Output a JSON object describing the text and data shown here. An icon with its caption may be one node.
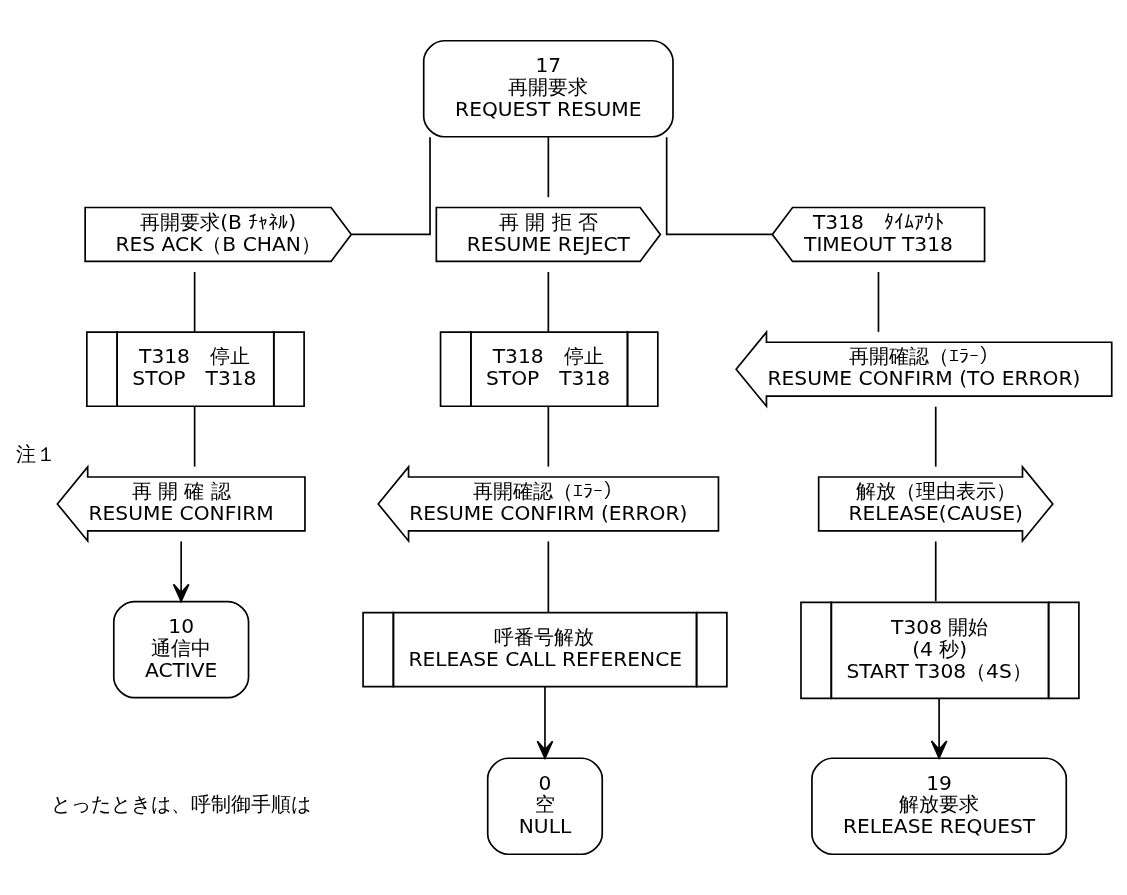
{
  "diagram": {
    "nodes": [
      {
        "text": [
          "17",
          "再開要求",
          "REQUEST RESUME"
        ]
      },
      {
        "text": [
          "再開要求(B ﾁｬﾈﾙ)",
          "RES ACK（B CHAN）"
        ]
      },
      {
        "text": [
          "再 開 拒 否",
          "RESUME REJECT"
        ]
      },
      {
        "text": [
          "T318　ﾀｲﾑｱｳﾄ",
          "TIMEOUT T318"
        ]
      },
      {
        "text": [
          "T318　停止",
          "STOP　T318"
        ]
      },
      {
        "text": [
          "T318　停止",
          "STOP　T318"
        ]
      },
      {
        "text": [
          "再開確認（ｴﾗｰ）",
          "RESUME CONFIRM (TO ERROR)"
        ]
      },
      {
        "text": [
          "再 開 確 認",
          "RESUME CONFIRM"
        ],
        "beside": [
          "注１"
        ]
      },
      {
        "text": [
          "再開確認（ｴﾗｰ）",
          "RESUME CONFIRM (ERROR)"
        ]
      },
      {
        "text": [
          "解放（理由表示）",
          "RELEASE(CAUSE)"
        ]
      },
      {
        "text": [
          "10",
          "通信中",
          "ACTIVE"
        ]
      },
      {
        "text": [
          "呼番号解放",
          "RELEASE CALL REFERENCE"
        ]
      },
      {
        "text": [
          "T308 開始",
          "(4 秒)",
          "START T308（4S）"
        ]
      },
      {
        "text": [
          "0",
          "空",
          "NULL"
        ]
      },
      {
        "text": [
          "19",
          "解放要求",
          "RELEASE REQUEST"
        ]
      }
    ],
    "edges": [
      {
        "from": 0,
        "to": 1,
        "arrow": "none"
      },
      {
        "from": 0,
        "to": 2,
        "arrow": "none"
      },
      {
        "from": 0,
        "to": 3,
        "arrow": "none"
      },
      {
        "from": 1,
        "to": 4,
        "arrow": "none"
      },
      {
        "from": 4,
        "to": 7,
        "arrow": "none"
      },
      {
        "from": 7,
        "to": 10,
        "arrow": "to"
      },
      {
        "from": 2,
        "to": 5,
        "arrow": "none"
      },
      {
        "from": 5,
        "to": 8,
        "arrow": "none"
      },
      {
        "from": 8,
        "to": 11,
        "arrow": "none"
      },
      {
        "from": 11,
        "to": 13,
        "arrow": "to"
      },
      {
        "from": 3,
        "to": 6,
        "arrow": "none"
      },
      {
        "from": 6,
        "to": 9,
        "arrow": "none"
      },
      {
        "from": 9,
        "to": 12,
        "arrow": "none"
      },
      {
        "from": 12,
        "to": 14,
        "arrow": "to"
      }
    ],
    "labels": [
      "とったときは、呼制御手順は"
    ]
  }
}
